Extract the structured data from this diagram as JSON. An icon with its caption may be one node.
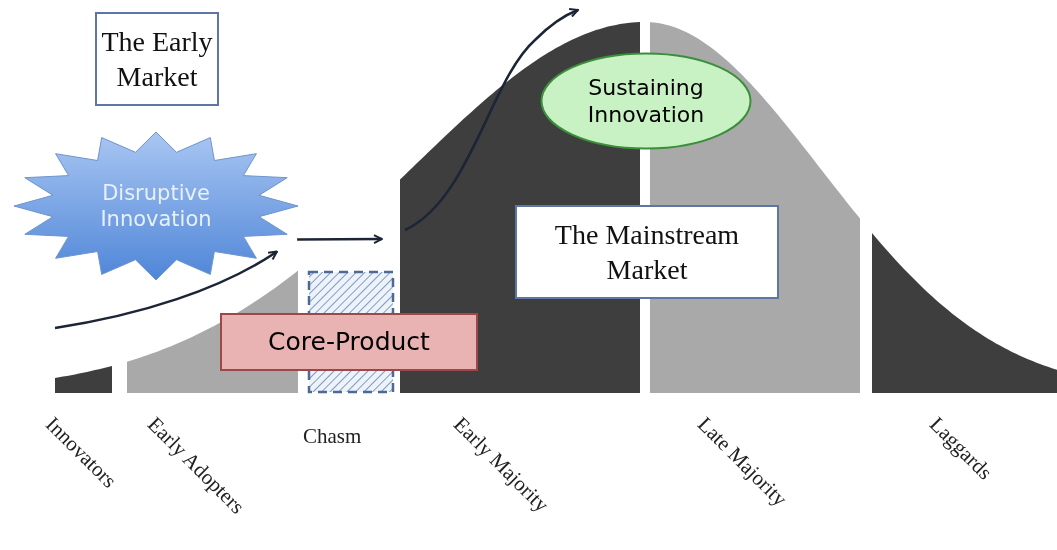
{
  "diagram": {
    "nodes": [
      {
        "text": [
          "The Early Market"
        ]
      },
      {
        "text": [
          "Disruptive Innovation"
        ]
      },
      {
        "text": [
          "Sustaining Innovation"
        ]
      },
      {
        "text": [
          "The Mainstream Market"
        ]
      },
      {
        "text": [
          "Core-Product"
        ]
      }
    ],
    "edges": [
      {
        "from": null,
        "to": 1,
        "arrow": "to"
      },
      {
        "from": 1,
        "to": null,
        "arrow": "to"
      }
    ],
    "labels": [
      "Innovators",
      "Early Adopters",
      "Chasm",
      "Early Majority",
      "Late Majority",
      "Laggards"
    ]
  }
}
